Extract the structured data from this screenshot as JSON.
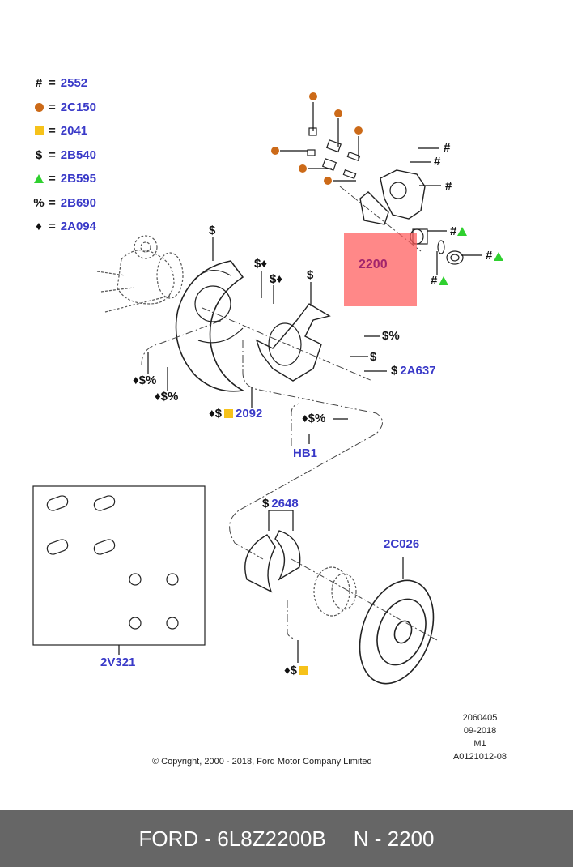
{
  "legend": [
    {
      "symbol": "hash-icon",
      "glyph": "#",
      "code": "2552"
    },
    {
      "symbol": "orange-dot-icon",
      "glyph": "",
      "code": "2C150",
      "color": "#cc6a18"
    },
    {
      "symbol": "yellow-square-icon",
      "glyph": "",
      "code": "2041",
      "color": "#f6c21a"
    },
    {
      "symbol": "dollar-icon",
      "glyph": "$",
      "code": "2B540"
    },
    {
      "symbol": "green-triangle-icon",
      "glyph": "",
      "code": "2B595",
      "color": "#2fd02f"
    },
    {
      "symbol": "percent-icon",
      "glyph": "%",
      "code": "2B690"
    },
    {
      "symbol": "diamond-icon",
      "glyph": "♦",
      "code": "2A094"
    }
  ],
  "callouts": {
    "caliper_bolt_1": "#",
    "caliper_bolt_2": "#",
    "caliper_bolt_3": "#",
    "piston_1": "#",
    "piston_2": "#",
    "piston_3": "#",
    "shield": "$",
    "shield_bolt_1": "$♦",
    "shield_bolt_2": "$♦",
    "knuckle_bracket": "$",
    "spring_1": "$%",
    "spring_2": "$",
    "lever_prefix": "$",
    "lever_code": "2A637",
    "mount_1": "♦$%",
    "mount_2": "♦$%",
    "bushing_prefix": "♦$",
    "bushing_code": "2092",
    "adjuster": "♦$%",
    "hb_code": "HB1",
    "shoe_prefix": "$",
    "shoe_code": "2648",
    "rotor_code": "2C026",
    "retainer_prefix": "♦$",
    "kit_code": "2V321"
  },
  "highlight": {
    "label": "2200",
    "color": "#ff5a5a"
  },
  "footer": {
    "copyright": "© Copyright, 2000 - 2018, Ford Motor Company Limited",
    "meta": [
      "2060405",
      "09-2018",
      "M1",
      "A0121012-08"
    ]
  },
  "bottom_bar": {
    "part": "FORD - 6L8Z2200B",
    "ref": "N - 2200"
  }
}
